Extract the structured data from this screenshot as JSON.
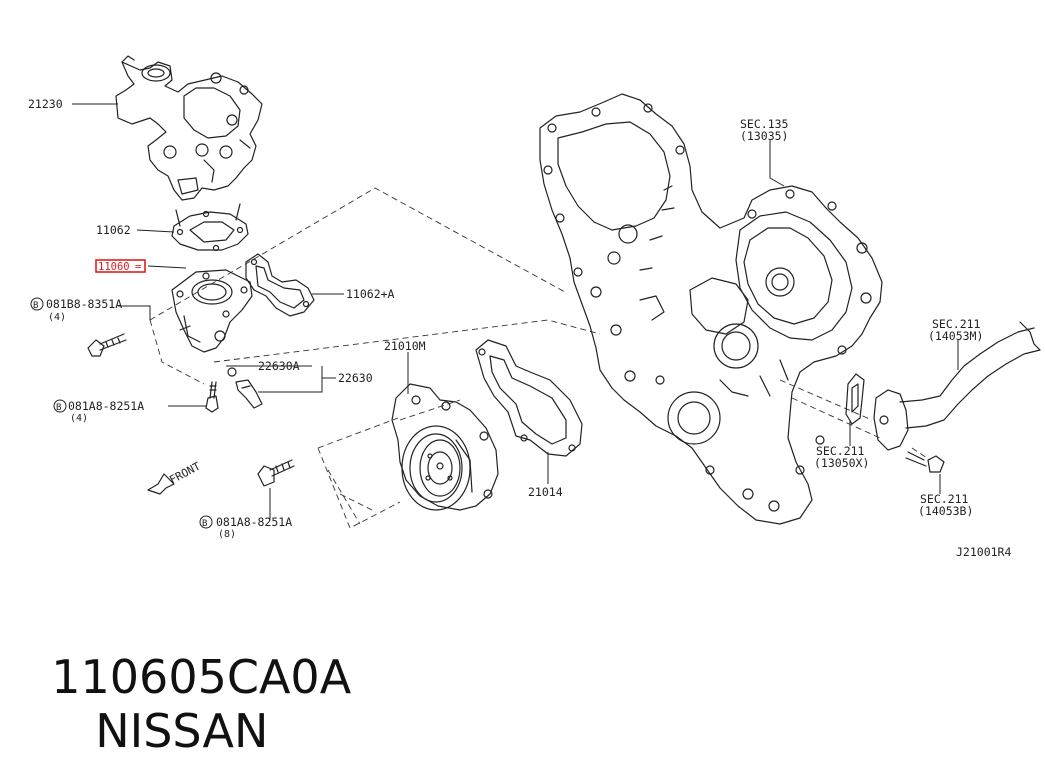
{
  "diagram": {
    "labels": {
      "part_21230": "21230",
      "part_11062": "11062",
      "part_11060": "11060",
      "part_11060_suffix": "=",
      "part_11062_a": "11062+A",
      "bolt_081b8": "081B8-8351A",
      "bolt_081b8_qty": "(4)",
      "bolt_081b8_prefix": "B",
      "part_22630a": "22630A",
      "part_22630": "22630",
      "bolt_081a8_top": "081A8-8251A",
      "bolt_081a8_top_qty": "(4)",
      "bolt_081a8_top_prefix": "B",
      "front": "FRONT",
      "part_21010m": "21010M",
      "bolt_081a8_bottom": "081A8-8251A",
      "bolt_081a8_bottom_qty": "(8)",
      "bolt_081a8_bottom_prefix": "B",
      "part_21014": "21014",
      "sec135": "SEC.135",
      "sec135_sub": "(13035)",
      "sec211_a": "SEC.211",
      "sec211_a_sub": "(14053M)",
      "sec211_b": "SEC.211",
      "sec211_b_sub": "(13050X)",
      "sec211_c": "SEC.211",
      "sec211_c_sub": "(14053B)",
      "drawing_code": "J21001R4"
    },
    "highlight_color": "#e02020",
    "line_color": "#222222"
  },
  "caption": {
    "part_number": "110605CA0A",
    "brand": "NISSAN"
  }
}
